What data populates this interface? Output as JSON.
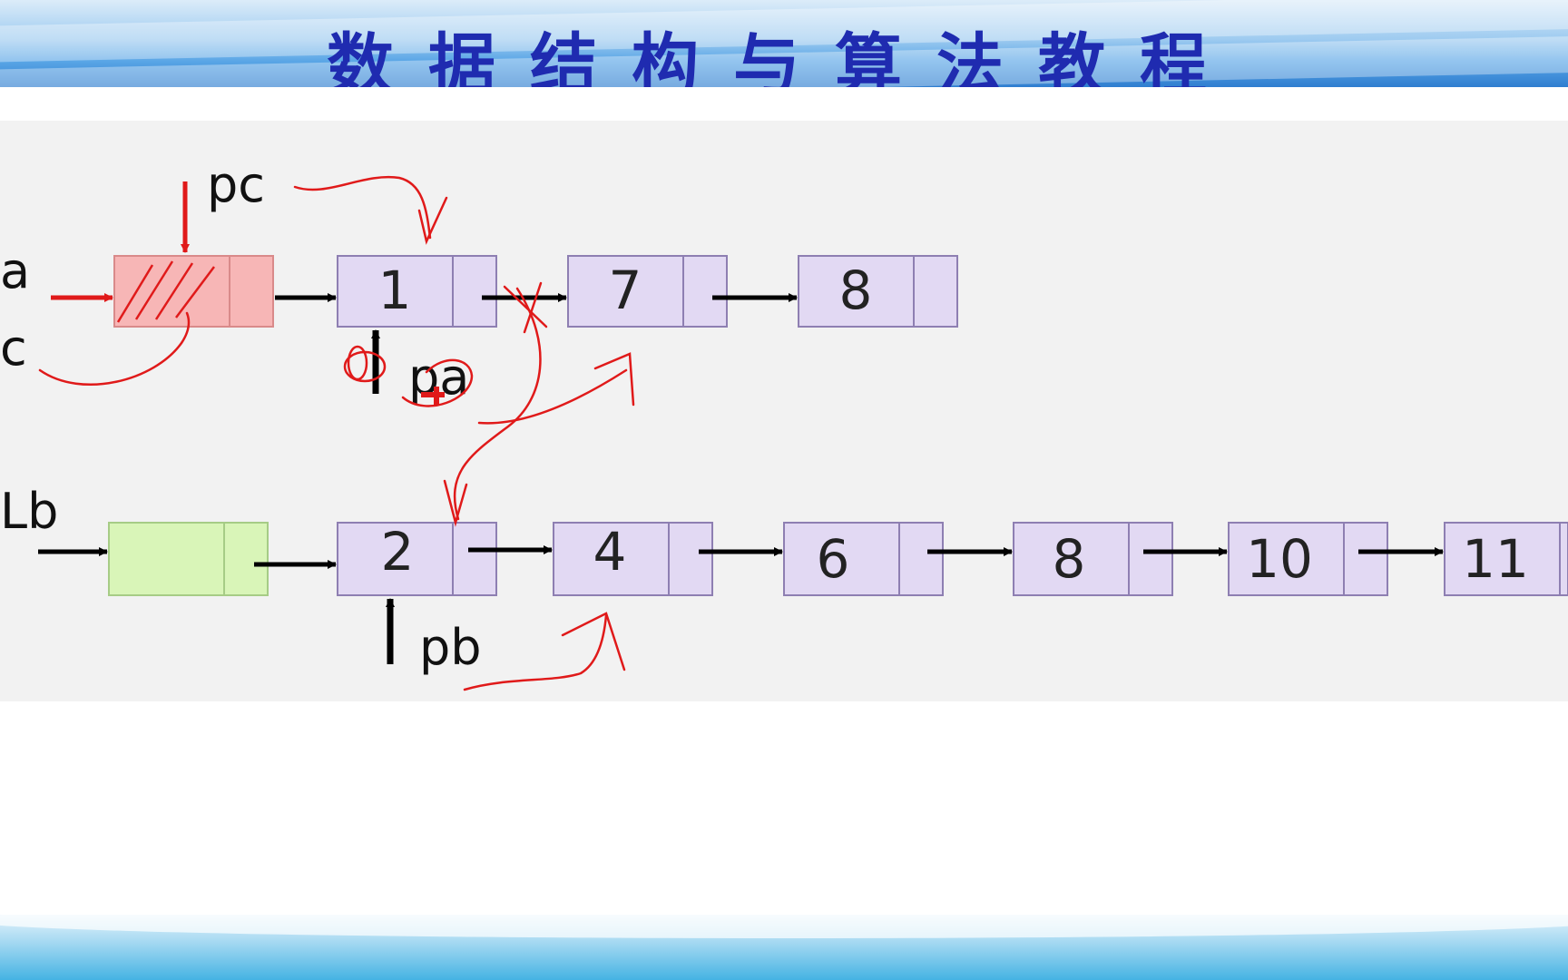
{
  "header": {
    "title": "数据结构与算法教程"
  },
  "list_a": {
    "head_label": "a",
    "head_label2": "c",
    "nodes": [
      "1",
      "7",
      "8"
    ]
  },
  "list_b": {
    "head_label": "Lb",
    "nodes": [
      "2",
      "4",
      "6",
      "8",
      "10",
      "11"
    ]
  },
  "pointers": {
    "pc": "pc",
    "pa": "pa",
    "pb": "pb"
  },
  "colors": {
    "node_fill": "#e2d9f3",
    "node_stroke": "#8e7fb2",
    "head_a_fill": "#f7b6b6",
    "head_b_fill": "#d9f5b8",
    "annotation": "#e01a1a",
    "title": "#1f2bb0"
  }
}
